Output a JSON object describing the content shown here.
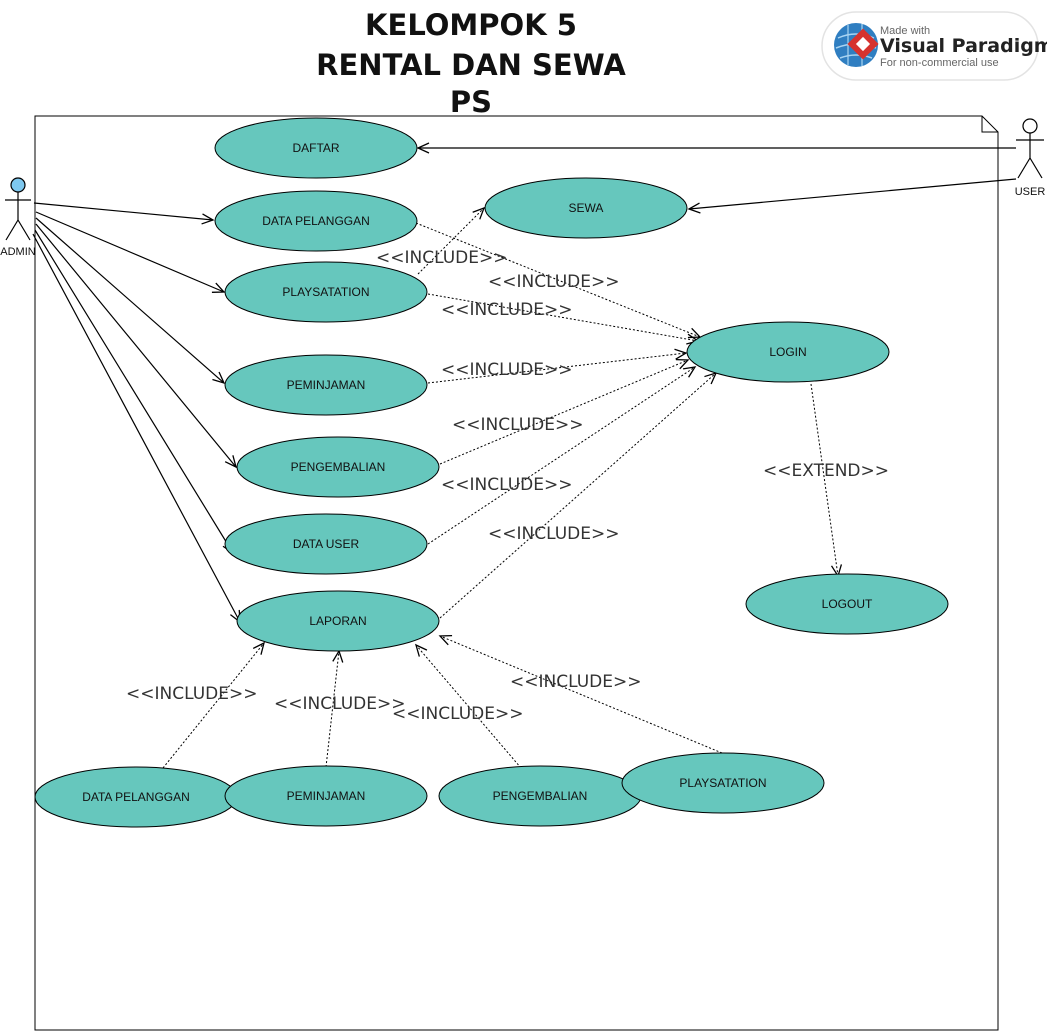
{
  "title": [
    "KELOMPOK 5",
    "RENTAL DAN SEWA",
    "PS"
  ],
  "watermark": {
    "made_with": "Made with",
    "brand": "Visual Paradigm",
    "note": "For non-commercial use"
  },
  "colors": {
    "usecase_fill": "#66c7bd",
    "stroke": "#000000",
    "admin_head": "#7ec8ef"
  },
  "actors": {
    "admin": "ADMIN",
    "user": "USER"
  },
  "use_cases": {
    "daftar": "DAFTAR",
    "data_pelanggan": "DATA PELANGGAN",
    "playstation": "PLAYSATATION",
    "peminjaman": "PEMINJAMAN",
    "pengembalian": "PENGEMBALIAN",
    "data_user": "DATA USER",
    "laporan": "LAPORAN",
    "sewa": "SEWA",
    "login": "LOGIN",
    "logout": "LOGOUT",
    "r_data_pelanggan": "DATA PELANGGAN",
    "r_peminjaman": "PEMINJAMAN",
    "r_pengembalian": "PENGEMBALIAN",
    "r_playstation": "PLAYSATATION"
  },
  "relations": {
    "include": "<<INCLUDE>>",
    "extend": "<<EXTEND>>"
  }
}
